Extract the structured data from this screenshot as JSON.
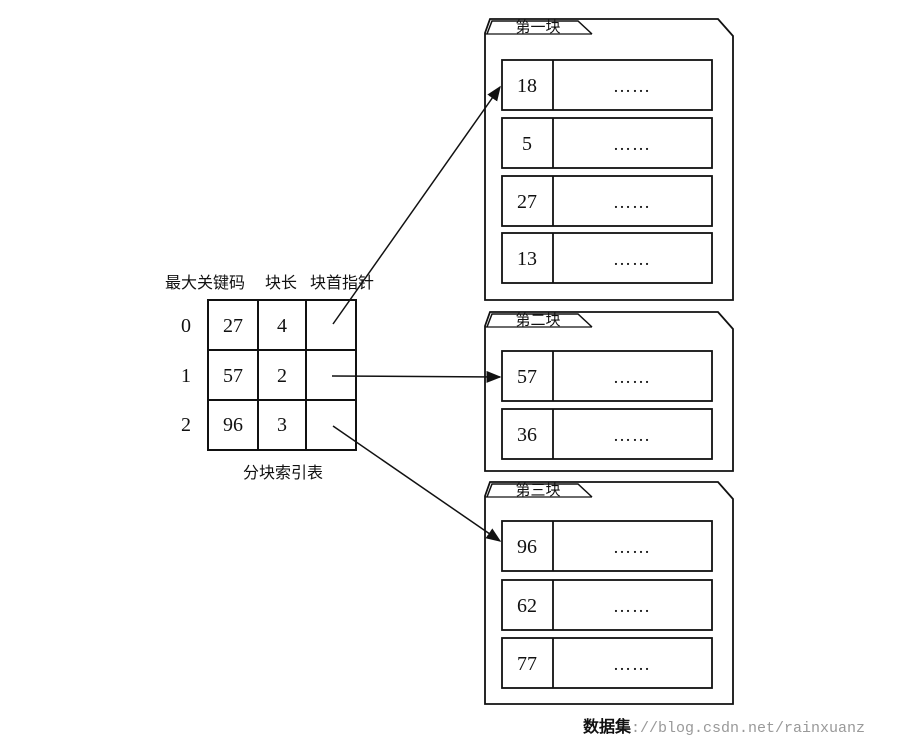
{
  "index_table": {
    "headers": {
      "max_key": "最大关键码",
      "block_len": "块长",
      "block_ptr": "块首指针"
    },
    "rows": [
      {
        "idx": "0",
        "max_key": "27",
        "block_len": "4"
      },
      {
        "idx": "1",
        "max_key": "57",
        "block_len": "2"
      },
      {
        "idx": "2",
        "max_key": "96",
        "block_len": "3"
      }
    ],
    "caption": "分块索引表"
  },
  "blocks": [
    {
      "title": "第一块",
      "records": [
        {
          "key": "18",
          "rest": "……"
        },
        {
          "key": "5",
          "rest": "……"
        },
        {
          "key": "27",
          "rest": "……"
        },
        {
          "key": "13",
          "rest": "……"
        }
      ]
    },
    {
      "title": "第二块",
      "records": [
        {
          "key": "57",
          "rest": "……"
        },
        {
          "key": "36",
          "rest": "……"
        }
      ]
    },
    {
      "title": "第三块",
      "records": [
        {
          "key": "96",
          "rest": "……"
        },
        {
          "key": "62",
          "rest": "……"
        },
        {
          "key": "77",
          "rest": "……"
        }
      ]
    }
  ],
  "dataset_label": "数据集",
  "watermark": "://blog.csdn.net/rainxuanz"
}
